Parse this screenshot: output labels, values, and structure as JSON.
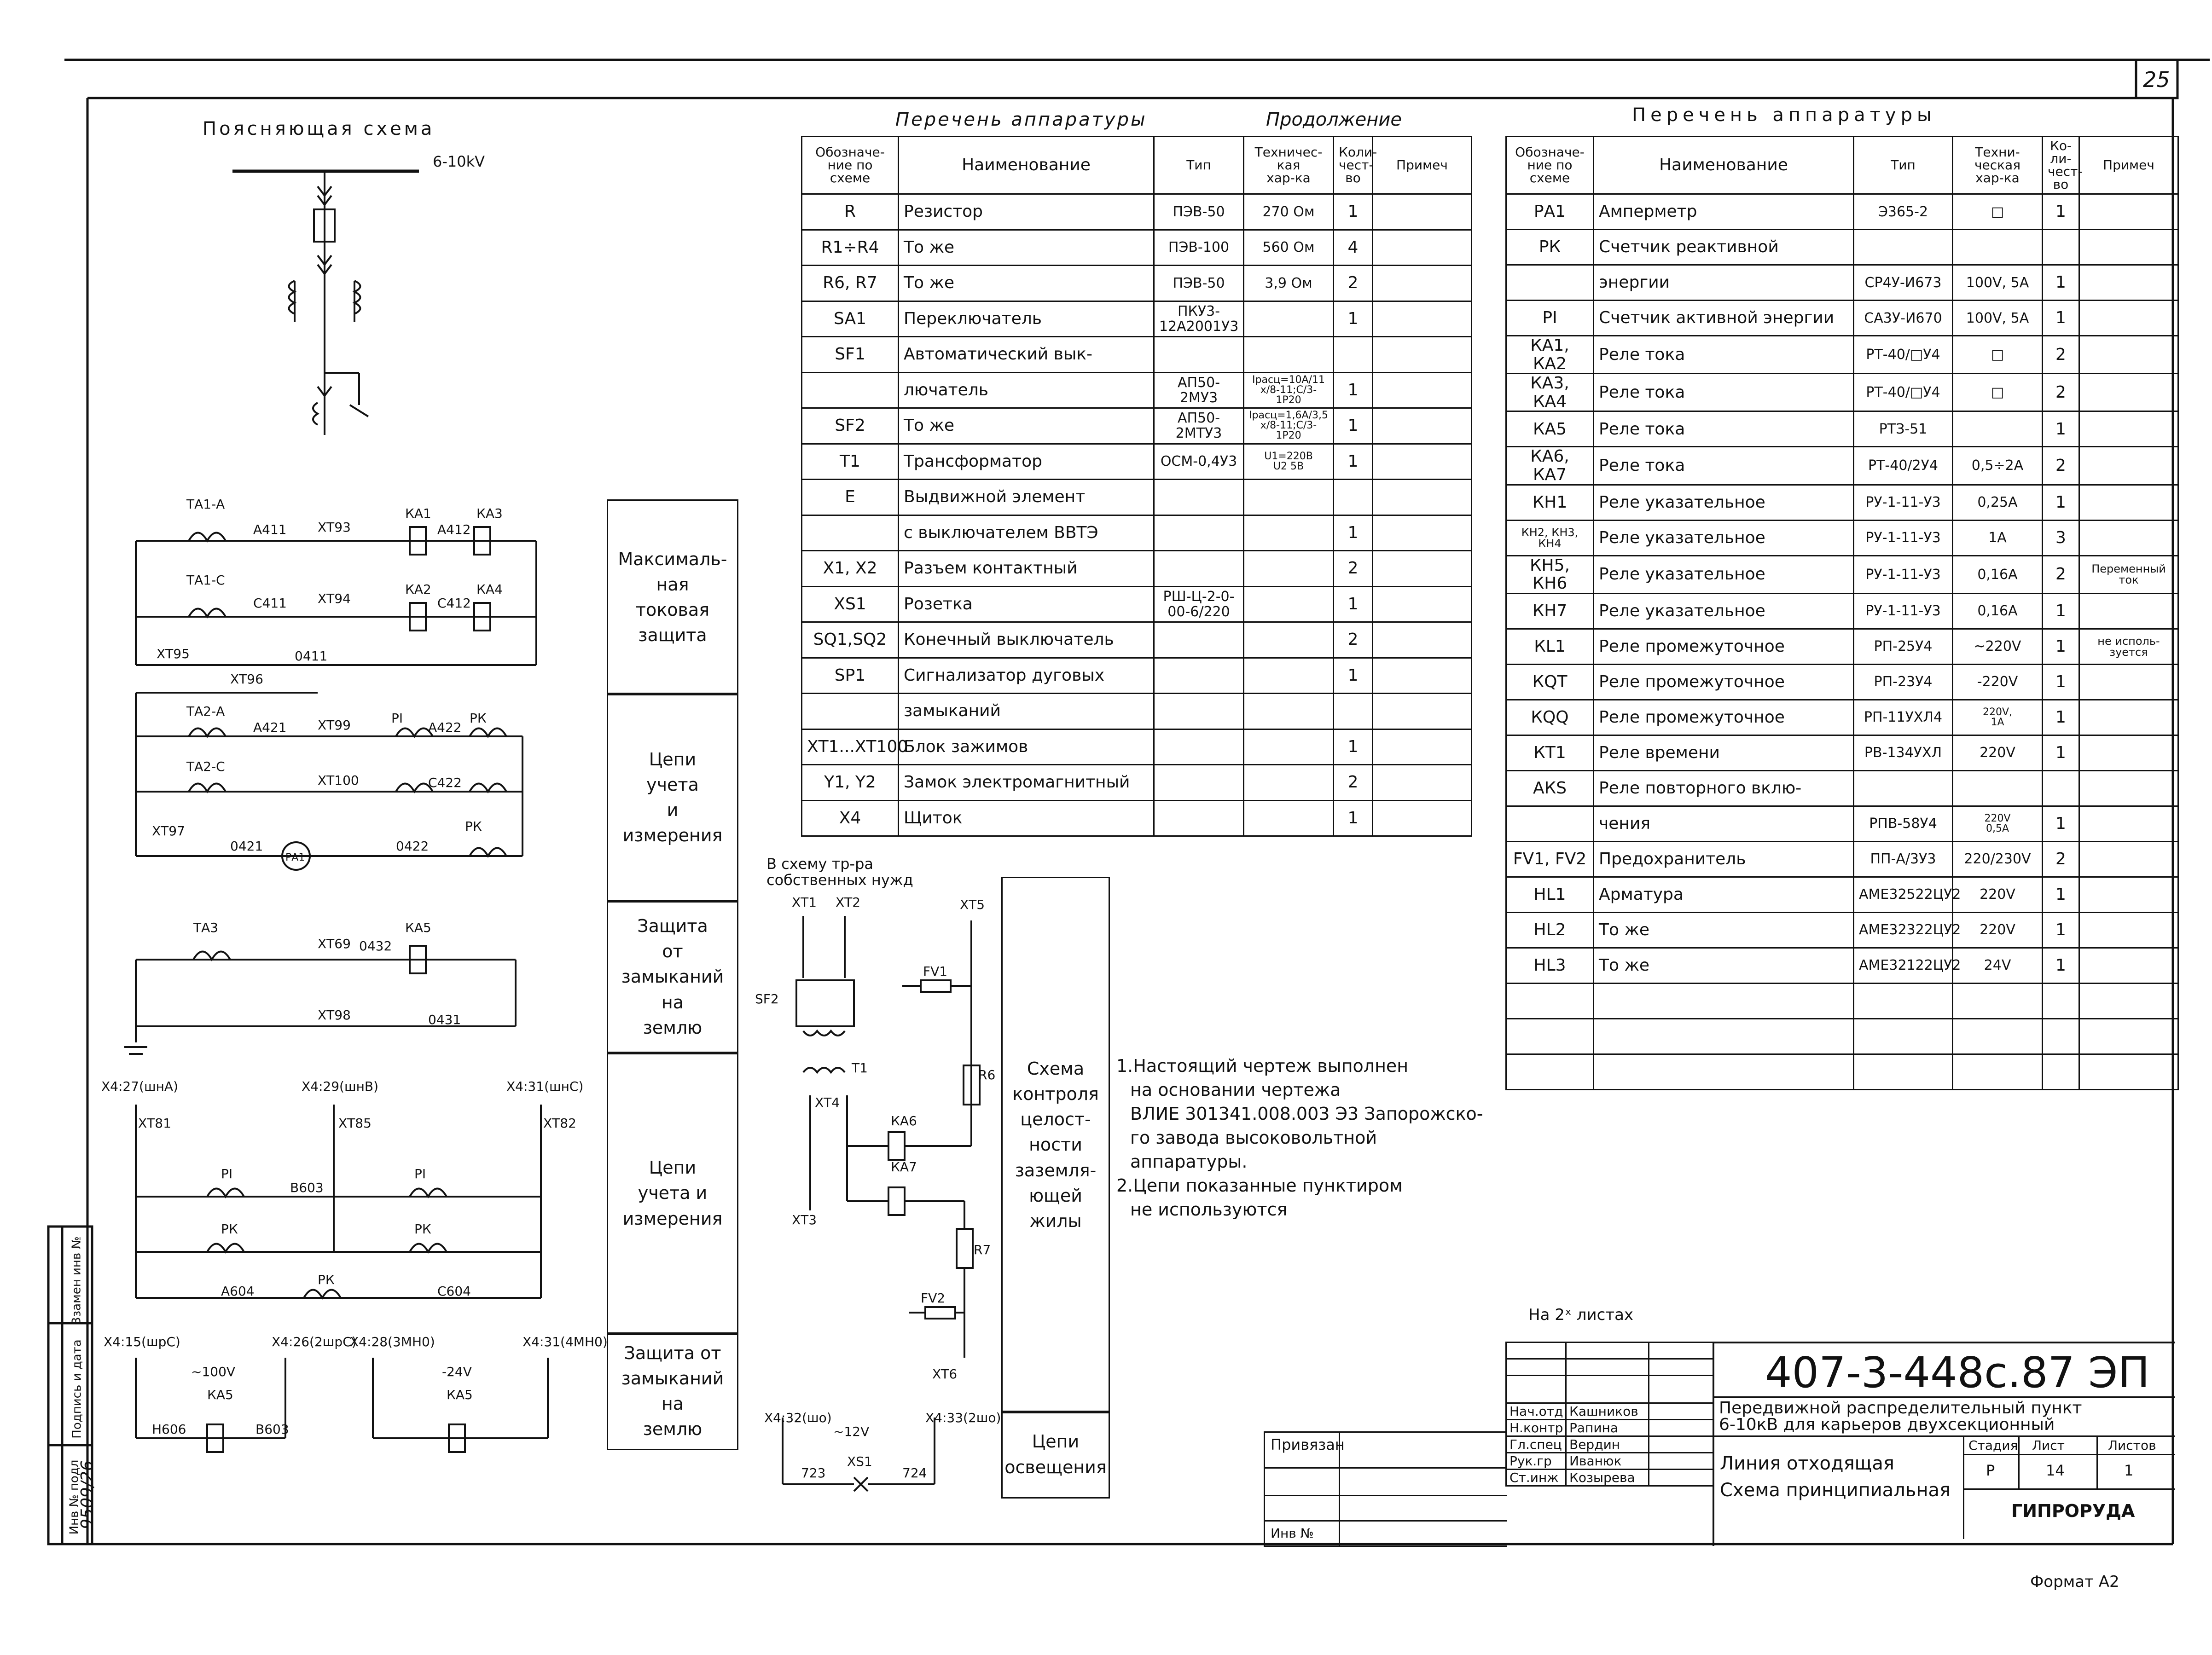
{
  "sheet": {
    "number": "25",
    "format": "Формат А2",
    "two_sheets": "На 2ˣ листах"
  },
  "explanatory": {
    "title": "Поясняющая схема",
    "voltage": "6-10kV"
  },
  "left_schematic": {
    "labels": [
      "ТА1-А",
      "А411",
      "ХТ93",
      "КА1",
      "КА3",
      "А412",
      "ТА1-С",
      "С411",
      "ХТ94",
      "КА2",
      "КА4",
      "С412",
      "ХТ95",
      "0411",
      "ХТ96",
      "ТА2-А",
      "А421",
      "ХТ99",
      "PI",
      "А422",
      "РК",
      "ТА2-С",
      "ХТ100",
      "С422",
      "ХТ97",
      "0421",
      "РА1",
      "0422",
      "ТА3",
      "ХТ69",
      "0432",
      "КА5",
      "ХТ98",
      "0431",
      "Х4:27(шнА)",
      "Х4:29(шнВ)",
      "Х4:31(шнС)",
      "ХТ81",
      "ХТ85",
      "ХТ82",
      "В603",
      "А604",
      "С604",
      "Х4:15(шрС)",
      "Х4:26(2шрС)",
      "Х4:28(3МН0)",
      "Х4:31(4МН0)",
      "~100V",
      "-24V",
      "Н606",
      "В603"
    ]
  },
  "sections_left": [
    {
      "label": "Максималь-\nная\nтоковая\nзащита"
    },
    {
      "label": "Цепи\nучета\nи\nизмерения"
    },
    {
      "label": "Защита\nот\nзамыканий\nна\nземлю"
    },
    {
      "label": "Цепи\nучета и\nизмерения"
    },
    {
      "label": "Защита от\nзамыканий\nна\nземлю"
    }
  ],
  "sections_mid": [
    {
      "label": "Схема\nконтроля\nцелост-\nности\nзаземля-\nющей\nжилы"
    },
    {
      "label": "Цепи\nосвещения"
    }
  ],
  "mid_schematic": {
    "title": "В схему тр-ра\nсобственных нужд",
    "labels": [
      "ХТ1",
      "ХТ2",
      "ХТ5",
      "SF2",
      "FV1",
      "Т1",
      "ХТ4",
      "КА6",
      "КА7",
      "R6",
      "R7",
      "FV2",
      "ХТ3",
      "ХТ6",
      "Х4:32(шо)",
      "Х4:33(2шо)",
      "~12V",
      "XS1",
      "723",
      "724"
    ]
  },
  "notes": [
    "1.Настоящий чертеж выполнен",
    "на основании чертежа",
    "ВЛИЕ 301341.008.003 Э3 Запорожско-",
    "го завода высоковольтной",
    "аппаратуры.",
    "2.Цепи показанные пунктиром",
    "не используются"
  ],
  "table_mid": {
    "title": "Перечень аппаратуры",
    "continuation": "Продолжение",
    "headers": [
      "Обозначе-\nние по\nсхеме",
      "Наименование",
      "Тип",
      "Техничес-\nкая\nхар-ка",
      "Коли-\nчест-\nво",
      "Примеч"
    ],
    "rows": [
      [
        "R",
        "Резистор",
        "ПЭВ-50",
        "270 Ом",
        "1",
        ""
      ],
      [
        "R1÷R4",
        "То же",
        "ПЭВ-100",
        "560 Ом",
        "4",
        ""
      ],
      [
        "R6, R7",
        "То же",
        "ПЭВ-50",
        "3,9 Ом",
        "2",
        ""
      ],
      [
        "SA1",
        "Переключатель",
        "ПКУ3-12А2001У3",
        "",
        "1",
        ""
      ],
      [
        "SF1",
        "Автоматический вык-",
        "",
        "",
        "",
        ""
      ],
      [
        "",
        "лючатель",
        "АП50-2МУ3",
        "Iрасц=10А/11\nх/8-11;С/3-1Р20",
        "1",
        ""
      ],
      [
        "SF2",
        "То же",
        "АП50-2МТУ3",
        "Iрасц=1,6А/3,5\nх/8-11;С/3-1Р20",
        "1",
        ""
      ],
      [
        "Т1",
        "Трансформатор",
        "ОСМ-0,4У3",
        "U1=220В\nU2 5В",
        "1",
        ""
      ],
      [
        "Е",
        "Выдвижной элемент",
        "",
        "",
        "",
        ""
      ],
      [
        "",
        "с выключателем ВВТЭ",
        "",
        "",
        "1",
        ""
      ],
      [
        "Х1, Х2",
        "Разъем контактный",
        "",
        "",
        "2",
        ""
      ],
      [
        "XS1",
        "Розетка",
        "РШ-Ц-2-0-00-6/220",
        "",
        "1",
        ""
      ],
      [
        "SQ1,SQ2",
        "Конечный выключатель",
        "",
        "",
        "2",
        ""
      ],
      [
        "SP1",
        "Сигнализатор дуговых",
        "",
        "",
        "1",
        ""
      ],
      [
        "",
        "замыканий",
        "",
        "",
        "",
        ""
      ],
      [
        "ХТ1...ХТ100",
        "Блок зажимов",
        "",
        "",
        "1",
        ""
      ],
      [
        "Y1, Y2",
        "Замок электромагнитный",
        "",
        "",
        "2",
        ""
      ],
      [
        "Х4",
        "Щиток",
        "",
        "",
        "1",
        ""
      ]
    ]
  },
  "table_right": {
    "title": "Перечень аппаратуры",
    "headers": [
      "Обозначе-\nние по\nсхеме",
      "Наименование",
      "Тип",
      "Техни-\nческая\nхар-ка",
      "Ко-\nли-\nчест-\nво",
      "Примеч"
    ],
    "rows": [
      [
        "РА1",
        "Амперметр",
        "Э365-2",
        "□",
        "1",
        ""
      ],
      [
        "РК",
        "Счетчик реактивной",
        "",
        "",
        "",
        ""
      ],
      [
        "",
        "энергии",
        "СР4У-И673",
        "100V, 5А",
        "1",
        ""
      ],
      [
        "PI",
        "Счетчик активной энергии",
        "СА3У-И670",
        "100V, 5А",
        "1",
        ""
      ],
      [
        "КА1, КА2",
        "Реле тока",
        "РТ-40/□У4",
        "□",
        "2",
        ""
      ],
      [
        "КА3, КА4",
        "Реле тока",
        "РТ-40/□У4",
        "□",
        "2",
        ""
      ],
      [
        "КА5",
        "Реле тока",
        "РТЗ-51",
        "",
        "1",
        ""
      ],
      [
        "КА6, КА7",
        "Реле тока",
        "РТ-40/2У4",
        "0,5÷2А",
        "2",
        ""
      ],
      [
        "КН1",
        "Реле указательное",
        "РУ-1-11-У3",
        "0,25А",
        "1",
        ""
      ],
      [
        "КН2, КН3,\nКН4",
        "Реле указательное",
        "РУ-1-11-У3",
        "1А",
        "3",
        ""
      ],
      [
        "КН5, КН6",
        "Реле указательное",
        "РУ-1-11-У3",
        "0,16А",
        "2",
        "Переменный\nток"
      ],
      [
        "КН7",
        "Реле указательное",
        "РУ-1-11-У3",
        "0,16А",
        "1",
        ""
      ],
      [
        "КL1",
        "Реле промежуточное",
        "РП-25У4",
        "~220V",
        "1",
        "не исполь-\nзуется"
      ],
      [
        "КQT",
        "Реле промежуточное",
        "РП-23У4",
        "-220V",
        "1",
        ""
      ],
      [
        "КQQ",
        "Реле промежуточное",
        "РП-11УХЛ4",
        "220V,\n1А",
        "1",
        ""
      ],
      [
        "КТ1",
        "Реле времени",
        "РВ-134УХЛ",
        "220V",
        "1",
        ""
      ],
      [
        "АКS",
        "Реле повторного вклю-",
        "",
        "",
        "",
        ""
      ],
      [
        "",
        "чения",
        "РПВ-58У4",
        "220V\n0,5А",
        "1",
        ""
      ],
      [
        "FV1, FV2",
        "Предохранитель",
        "ПП-А/3У3",
        "220/230V",
        "2",
        ""
      ],
      [
        "НL1",
        "Арматура",
        "АМЕ32522ЦУ2",
        "220V",
        "1",
        ""
      ],
      [
        "НL2",
        "То же",
        "АМЕ32322ЦУ2",
        "220V",
        "1",
        ""
      ],
      [
        "НL3",
        "То же",
        "АМЕ32122ЦУ2",
        "24V",
        "1",
        ""
      ],
      [
        "",
        "",
        "",
        "",
        "",
        ""
      ],
      [
        "",
        "",
        "",
        "",
        "",
        ""
      ],
      [
        "",
        "",
        "",
        "",
        "",
        ""
      ]
    ]
  },
  "title_block": {
    "code": "407-3-448с.87 ЭП",
    "project": "Передвижной распределительный пункт\n6-10кВ для карьеров двухсекционный",
    "stage_h": "Стадия",
    "sheet_h": "Лист",
    "sheets_h": "Листов",
    "stage": "Р",
    "sheet": "14",
    "sheets": "1",
    "drawing": "Линия отходящая\nСхема принципиальная",
    "org": "ГИПРОРУДА",
    "bound": "Привязан",
    "inv": "Инв №",
    "people": [
      [
        "Нач.отд",
        "Кашников"
      ],
      [
        "Н.контр",
        "Рапина"
      ],
      [
        "Гл.спец",
        "Вердин"
      ],
      [
        "Рук.гр",
        "Иванюк"
      ],
      [
        "Ст.инж",
        "Козырева"
      ]
    ]
  },
  "margin_stamp": {
    "labels": [
      "Взамен инв №",
      "Подпись и дата",
      "Инв № подл"
    ],
    "inv_value": "9509/26"
  }
}
